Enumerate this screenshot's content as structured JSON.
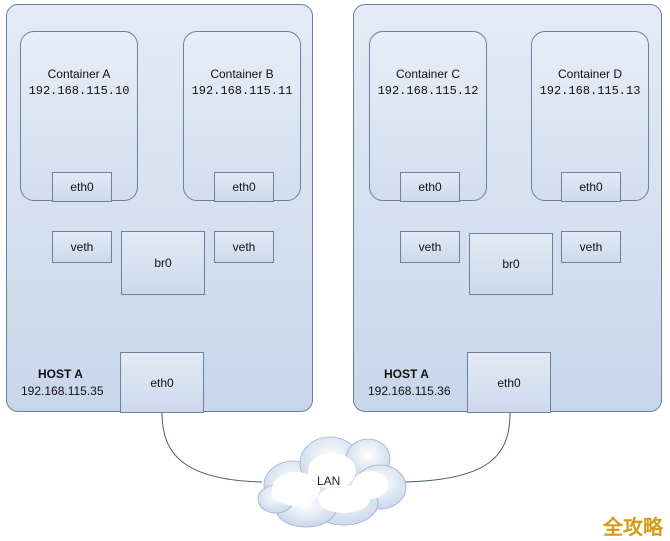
{
  "hosts": [
    {
      "name": "HOST  A",
      "ip": "192.168.115.35",
      "eth_label": "eth0",
      "bridge_label": "br0",
      "containers": [
        {
          "name": "Container  A",
          "ip": "192.168.115.10",
          "eth": "eth0",
          "veth": "veth"
        },
        {
          "name": "Container  B",
          "ip": "192.168.115.11",
          "eth": "eth0",
          "veth": "veth"
        }
      ]
    },
    {
      "name": "HOST  A",
      "ip": "192.168.115.36",
      "eth_label": "eth0",
      "bridge_label": "br0",
      "containers": [
        {
          "name": "Container  C",
          "ip": "192.168.115.12",
          "eth": "eth0",
          "veth": "veth"
        },
        {
          "name": "Container  D",
          "ip": "192.168.115.13",
          "eth": "eth0",
          "veth": "veth"
        }
      ]
    }
  ],
  "network": {
    "label": "LAN"
  },
  "watermark": "全攻略",
  "colors": {
    "box_border": "#6b7f9e",
    "box_fill": "#cdd9ec",
    "watermark": "#d69a1a"
  }
}
